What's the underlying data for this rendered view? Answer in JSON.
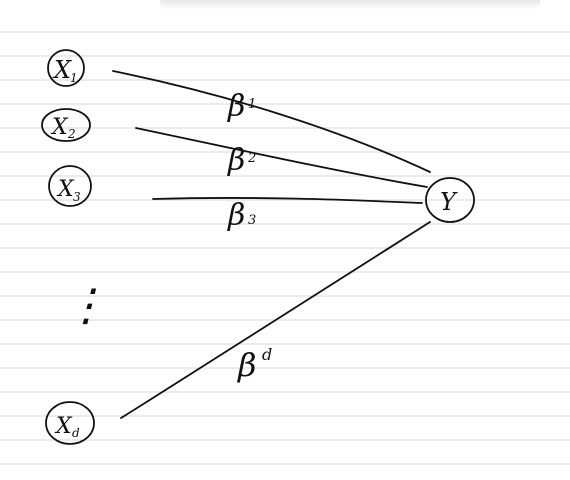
{
  "diagram": {
    "inputs": [
      {
        "label": "X",
        "subscript": "1"
      },
      {
        "label": "X",
        "subscript": "2"
      },
      {
        "label": "X",
        "subscript": "3"
      },
      {
        "label": "X",
        "subscript": "d"
      }
    ],
    "output": {
      "label": "Y"
    },
    "weights": [
      {
        "label": "β",
        "subscript": "1"
      },
      {
        "label": "β",
        "subscript": "2"
      },
      {
        "label": "β",
        "subscript": "3"
      },
      {
        "label": "β",
        "subscript": "d"
      }
    ],
    "ellipsis": "⋮",
    "colors": {
      "ink": "#111111",
      "rule": "#c9dbe6",
      "paper": "#ffffff"
    }
  }
}
